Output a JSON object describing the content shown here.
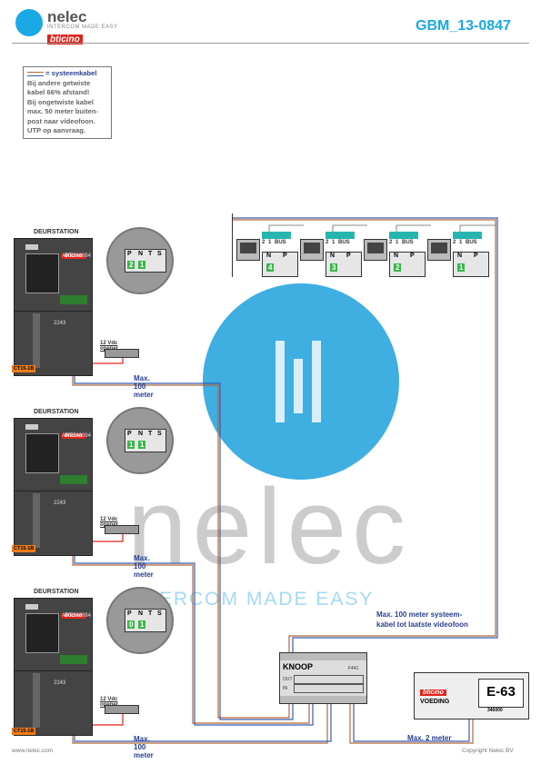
{
  "header": {
    "brand_name": "nelec",
    "brand_tagline": "INTERCOM MADE EASY",
    "sub_brand": "bticino",
    "doc_code": "GBM_13-0847"
  },
  "note": {
    "legend": "= systeemkabel",
    "lines": [
      "Bij andere getwiste",
      "kabel 66% afstand!",
      "Bij ongetwiste kabel",
      "max. 50 meter buiten-",
      "post naar videofoon.",
      "UTP op aanvraag."
    ]
  },
  "stations": [
    {
      "title": "DEURSTATION",
      "brand": "bticino",
      "art": "ART343094",
      "model": "2243",
      "cover": "CT15-1B",
      "opener": "12 Vdc opener",
      "distance": "Max. 100 meter",
      "pn": [
        "P",
        "N",
        "T",
        "S"
      ],
      "address": [
        "2",
        "1"
      ]
    },
    {
      "title": "DEURSTATION",
      "brand": "bticino",
      "art": "ART343094",
      "model": "2243",
      "cover": "CT15-1B",
      "opener": "12 Vdc opener",
      "distance": "Max. 100 meter",
      "pn": [
        "P",
        "N",
        "T",
        "S"
      ],
      "address": [
        "1",
        "1"
      ]
    },
    {
      "title": "DEURSTATION",
      "brand": "bticino",
      "art": "ART343094",
      "model": "2243",
      "cover": "CT15-1B",
      "opener": "12 Vdc opener",
      "distance": "Max. 100 meter",
      "pn": [
        "P",
        "N",
        "T",
        "S"
      ],
      "address": [
        "0",
        "1"
      ]
    }
  ],
  "monitors": [
    {
      "terms": [
        "2",
        "1",
        "BUS"
      ],
      "np": [
        "N",
        "P"
      ],
      "number": "4"
    },
    {
      "terms": [
        "2",
        "1",
        "BUS"
      ],
      "np": [
        "N",
        "P"
      ],
      "number": "3"
    },
    {
      "terms": [
        "2",
        "1",
        "BUS"
      ],
      "np": [
        "N",
        "P"
      ],
      "number": "2"
    },
    {
      "terms": [
        "2",
        "1",
        "BUS"
      ],
      "np": [
        "N",
        "P"
      ],
      "number": "1"
    }
  ],
  "monitor_cable_label": [
    "Max. 100 meter systeem-",
    "kabel tot laatste videofoon"
  ],
  "knoop": {
    "title": "KNOOP",
    "model": "F441",
    "out": "OUT",
    "in": "IN"
  },
  "psu": {
    "brand": "bticino",
    "code": "E-63",
    "label": "VOEDING",
    "art": "346000"
  },
  "psu_cable": "Max. 2 meter",
  "watermark": {
    "word": "nelec",
    "tagline": "INTERCOM MADE EASY"
  },
  "footer": {
    "left": "www.nelec.com",
    "right": "Copyright Nelec BV"
  },
  "colors": {
    "accent": "#19a9e5",
    "cable_brown": "#b06a3a",
    "cable_blue": "#3a5bb0",
    "red": "#e2231a"
  }
}
